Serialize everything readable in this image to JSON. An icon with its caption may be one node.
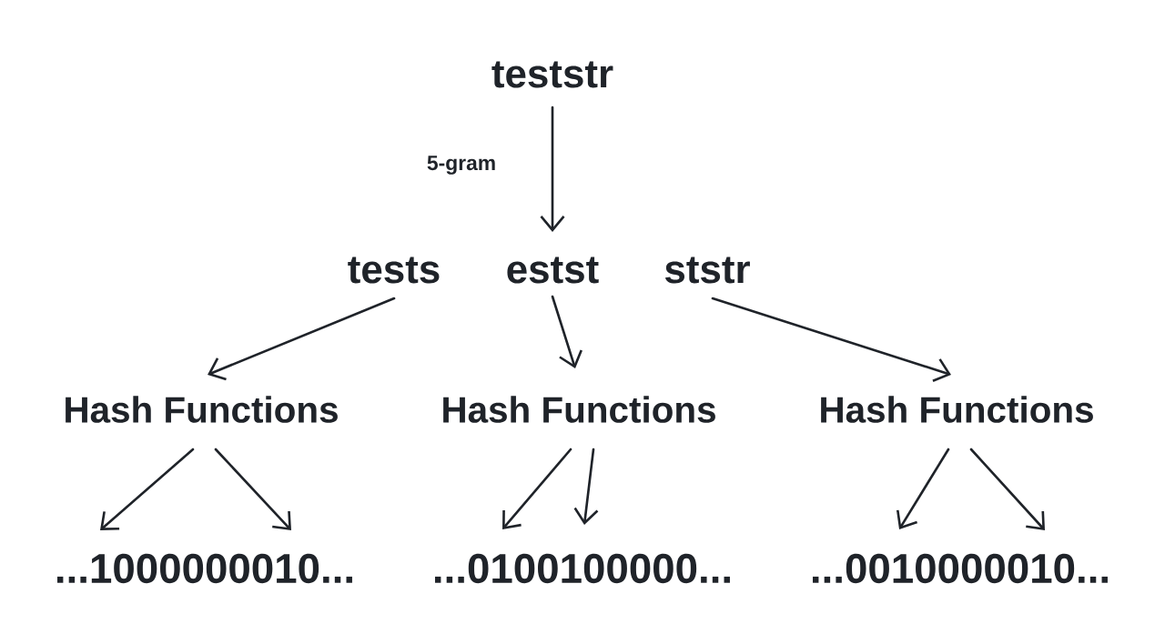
{
  "diagram": {
    "nodes": [
      {
        "text": [
          "teststr"
        ]
      },
      {
        "text": [
          "tests"
        ]
      },
      {
        "text": [
          "estst"
        ]
      },
      {
        "text": [
          "ststr"
        ]
      },
      {
        "text": [
          "Hash Functions"
        ]
      },
      {
        "text": [
          "Hash Functions"
        ]
      },
      {
        "text": [
          "Hash Functions"
        ]
      },
      {
        "text": [
          "...1000000010..."
        ]
      },
      {
        "text": [
          "...0100100000..."
        ]
      },
      {
        "text": [
          "...0010000010..."
        ]
      }
    ],
    "edges": [
      {
        "from": 0,
        "to": 2,
        "arrow": "to",
        "label": "5-gram"
      },
      {
        "from": 1,
        "to": 4,
        "arrow": "to"
      },
      {
        "from": 2,
        "to": 5,
        "arrow": "to"
      },
      {
        "from": 3,
        "to": 6,
        "arrow": "to"
      },
      {
        "from": 4,
        "to": 7,
        "arrow": "to"
      },
      {
        "from": 4,
        "to": 7,
        "arrow": "to"
      },
      {
        "from": 5,
        "to": 8,
        "arrow": "to"
      },
      {
        "from": 5,
        "to": 8,
        "arrow": "to"
      },
      {
        "from": 6,
        "to": 9,
        "arrow": "to"
      },
      {
        "from": 6,
        "to": 9,
        "arrow": "to"
      }
    ]
  }
}
